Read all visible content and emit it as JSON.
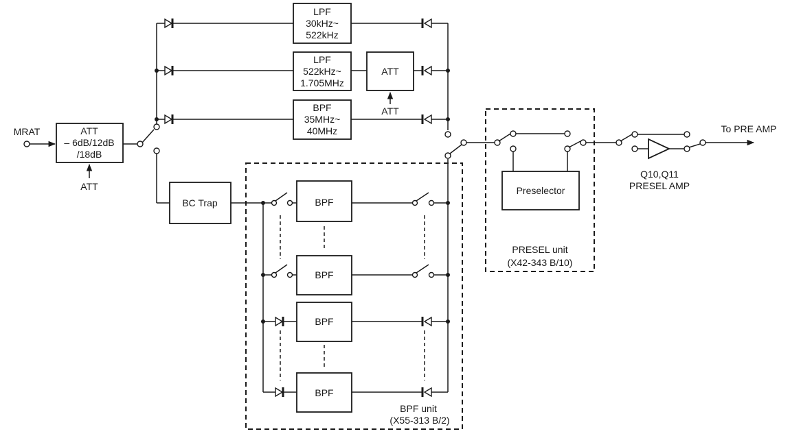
{
  "inputs": {
    "mrat": "MRAT",
    "att_control_main": "ATT",
    "att_control_lpf2": "ATT",
    "output": "To PRE AMP"
  },
  "blocks": {
    "att_main": [
      "ATT",
      "– 6dB/12dB",
      "/18dB"
    ],
    "lpf1": [
      "LPF",
      "30kHz~",
      "522kHz"
    ],
    "lpf2": [
      "LPF",
      "522kHz~",
      "1.705MHz"
    ],
    "att_lpf2": [
      "ATT"
    ],
    "bpf_top": [
      "BPF",
      "35MHz~",
      "40MHz"
    ],
    "bc_trap": [
      "BC Trap"
    ],
    "bpf_unit_filters": [
      "BPF",
      "BPF",
      "BPF",
      "BPF"
    ],
    "preselector": [
      "Preselector"
    ]
  },
  "units": {
    "bpf_unit": [
      "BPF unit",
      "(X55-313  B/2)"
    ],
    "presel_unit": [
      "PRESEL unit",
      "(X42-343  B/10)"
    ]
  },
  "amp": {
    "label": [
      "Q10,Q11",
      "PRESEL AMP"
    ]
  }
}
